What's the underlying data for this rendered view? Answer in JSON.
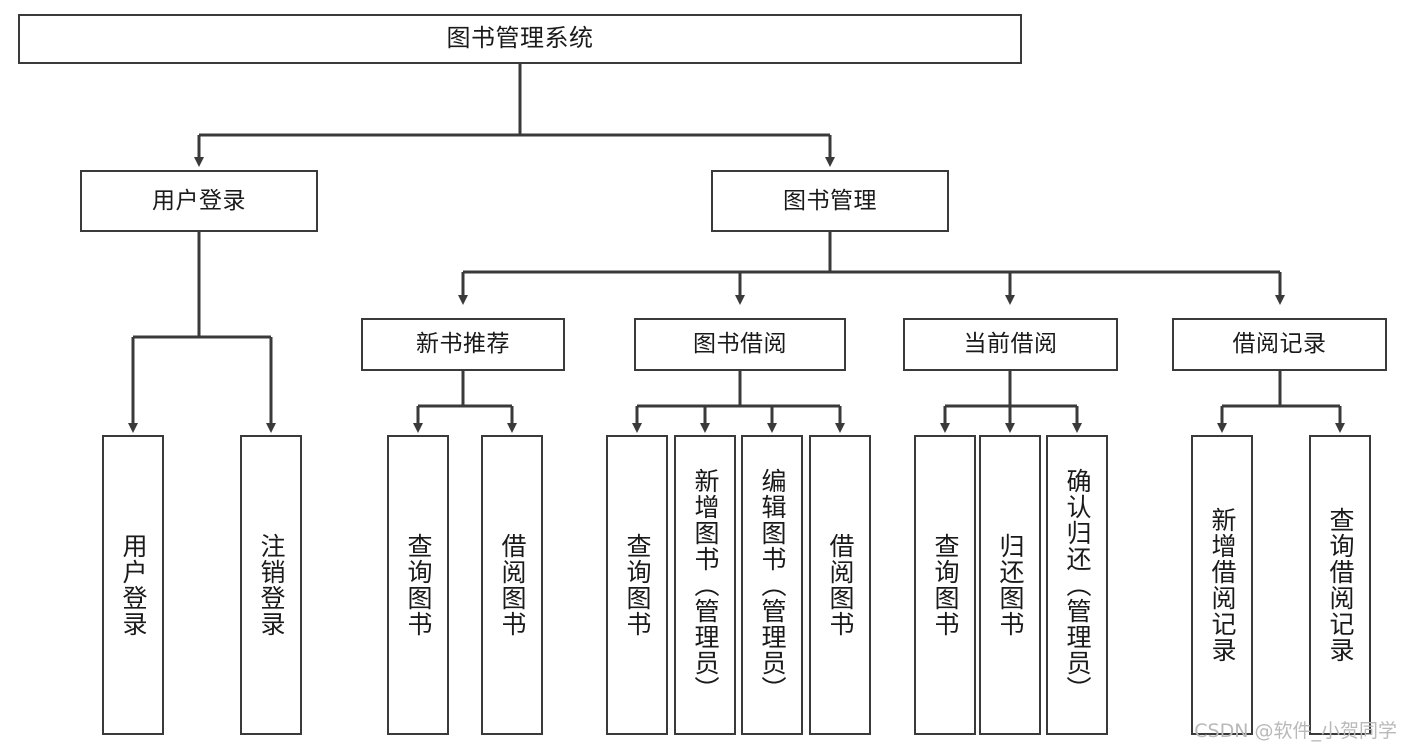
{
  "diagram": {
    "title": "图书管理系统",
    "type": "tree-hierarchy",
    "watermark": "CSDN @软件_小贺同学",
    "line_color": "#3a3a3a",
    "box_fill": "#ffffff",
    "text_color": "#1a1a1a",
    "watermark_color": "#b9b9b9"
  },
  "nodes": {
    "root": {
      "label": "图书管理系统"
    },
    "level1": [
      {
        "label": "用户登录"
      },
      {
        "label": "图书管理"
      }
    ],
    "level2": [
      {
        "label": "新书推荐"
      },
      {
        "label": "图书借阅"
      },
      {
        "label": "当前借阅"
      },
      {
        "label": "借阅记录"
      }
    ],
    "leaves": {
      "user_login": [
        {
          "label": "用户登录"
        },
        {
          "label": "注销登录"
        }
      ],
      "new_book": [
        {
          "label": "查询图书"
        },
        {
          "label": "借阅图书"
        }
      ],
      "book_borrow": [
        {
          "label": "查询图书"
        },
        {
          "label": "新增图书（管理员）"
        },
        {
          "label": "编辑图书（管理员）"
        },
        {
          "label": "借阅图书"
        }
      ],
      "current_borrow": [
        {
          "label": "查询图书"
        },
        {
          "label": "归还图书"
        },
        {
          "label": "确认归还（管理员）"
        }
      ],
      "borrow_record": [
        {
          "label": "新增借阅记录"
        },
        {
          "label": "查询借阅记录"
        }
      ]
    }
  }
}
